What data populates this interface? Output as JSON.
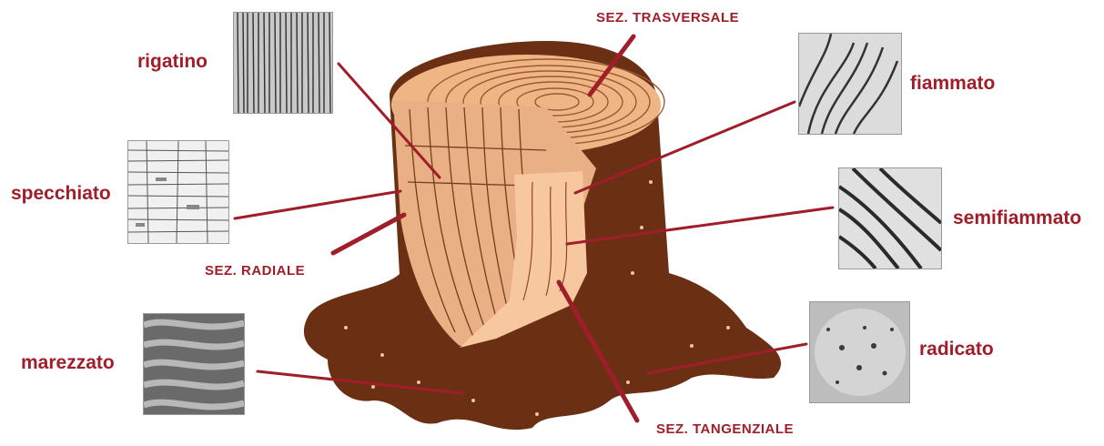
{
  "labels": {
    "rigatino": "rigatino",
    "specchiato": "specchiato",
    "marezzato": "marezzato",
    "fiammato": "fiammato",
    "semifiammato": "semifiammato",
    "radicato": "radicato"
  },
  "sections": {
    "trasversale": "SEZ. TRASVERSALE",
    "radiale": "SEZ. RADIALE",
    "tangenziale": "SEZ. TANGENZIALE"
  },
  "colors": {
    "label": "#a01e2a",
    "bark": "#6b3014",
    "heartwood": "#f4c39a",
    "leader": "#a01e2a"
  }
}
